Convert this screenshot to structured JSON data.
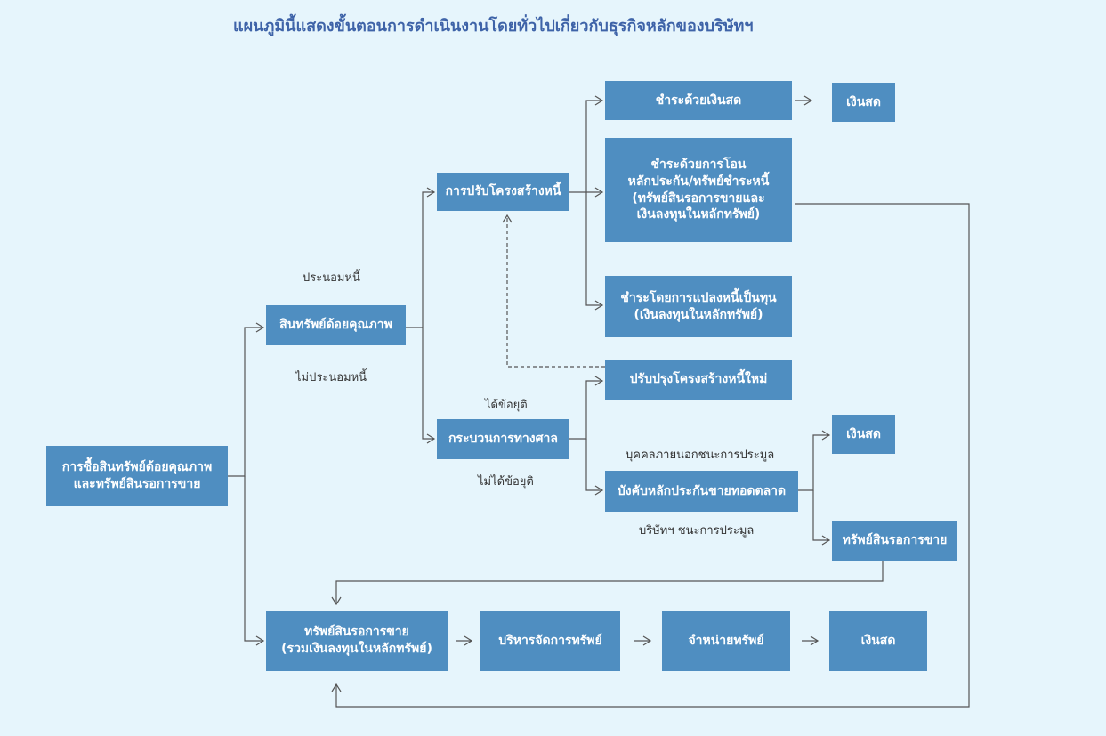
{
  "title": "แผนภูมินี้แสดงขั้นตอนการดำเนินงานโดยทั่วไปเกี่ยวกับธุรกิจหลักของบริษัทฯ",
  "colors": {
    "box": "#4f8ec1",
    "background": "#e6f5fc",
    "title": "#3e63a8",
    "line": "#555555"
  },
  "nodes": {
    "purchase": [
      "การซื้อสินทรัพย์ด้อยคุณภาพ",
      "และทรัพย์สินรอการขาย"
    ],
    "npl": [
      "สินทรัพย์ด้อยคุณภาพ"
    ],
    "restructure": [
      "การปรับโครงสร้างหนี้"
    ],
    "pay_cash": [
      "ชำระด้วยเงินสด"
    ],
    "cash_top": [
      "เงินสด"
    ],
    "pay_transfer": [
      "ชำระด้วยการโอน",
      "หลักประกัน/ทรัพย์ชำระหนี้",
      "(ทรัพย์สินรอการขายและ",
      "เงินลงทุนในหลักทรัพย์)"
    ],
    "pay_convert": [
      "ชำระโดยการแปลงหนี้เป็นทุน",
      "(เงินลงทุนในหลักทรัพย์)"
    ],
    "re_restructure": [
      "ปรับปรุงโครงสร้างหนี้ใหม่"
    ],
    "court": [
      "กระบวนการทางศาล"
    ],
    "auction": [
      "บังคับหลักประกันขายทอดตลาด"
    ],
    "cash_mid": [
      "เงินสด"
    ],
    "npa_small": [
      "ทรัพย์สินรอการขาย"
    ],
    "npa": [
      "ทรัพย์สินรอการขาย",
      "(รวมเงินลงทุนในหลักทรัพย์)"
    ],
    "manage": [
      "บริหารจัดการทรัพย์"
    ],
    "sell": [
      "จำหน่ายทรัพย์"
    ],
    "cash_bottom": [
      "เงินสด"
    ]
  },
  "labels": {
    "compromise": "ประนอมหนี้",
    "no_compromise": "ไม่ประนอมหนี้",
    "settled": "ได้ข้อยุติ",
    "not_settled": "ไม่ได้ข้อยุติ",
    "outsider_wins": "บุคคลภายนอกชนะการประมูล",
    "company_wins": "บริษัทฯ ชนะการประมูล"
  }
}
